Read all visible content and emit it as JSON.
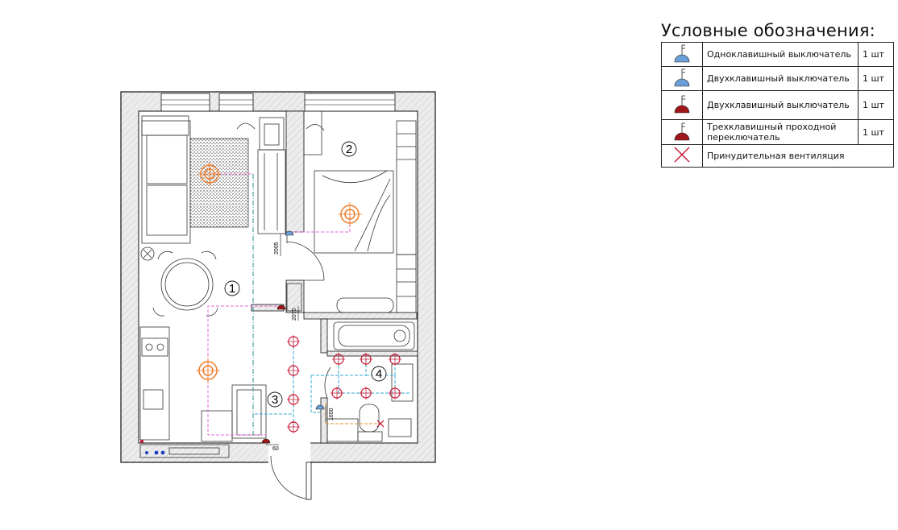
{
  "legend": {
    "title": "Условные обозначения:",
    "items": [
      {
        "label": "Одноклавишный выключатель",
        "count": "1 шт",
        "icon": "switch-blue-icon",
        "color": "#6a9fd8"
      },
      {
        "label": "Двухклавишный выключатель",
        "count": "1 шт",
        "icon": "switch-blue-icon",
        "color": "#6a9fd8"
      },
      {
        "label": "Двухклавишный выключатель",
        "count": "1 шт",
        "icon": "switch-red-icon",
        "color": "#a0161b"
      },
      {
        "label": "Трехклавишный проходной переключатель",
        "count": "1 шт",
        "icon": "switch-red-icon",
        "color": "#a0161b"
      },
      {
        "label": "Принудительная вентиляция",
        "count": "",
        "icon": "ventilation-cross-icon",
        "color": "#c8102e"
      }
    ]
  },
  "plan": {
    "room_numbers": [
      "1",
      "2",
      "3",
      "4"
    ],
    "dimensions": [
      "2005",
      "2070",
      "1650",
      "60"
    ],
    "colors": {
      "wall": "#111111",
      "hatch": "#d9d9d9",
      "pink_line": "#e66ad6",
      "teal_line": "#2a8f8f",
      "cyan_line": "#33a9d6",
      "orange_line": "#e0912a",
      "ceiling_light": "#f07a22",
      "spot_light": "#c8102e"
    }
  }
}
